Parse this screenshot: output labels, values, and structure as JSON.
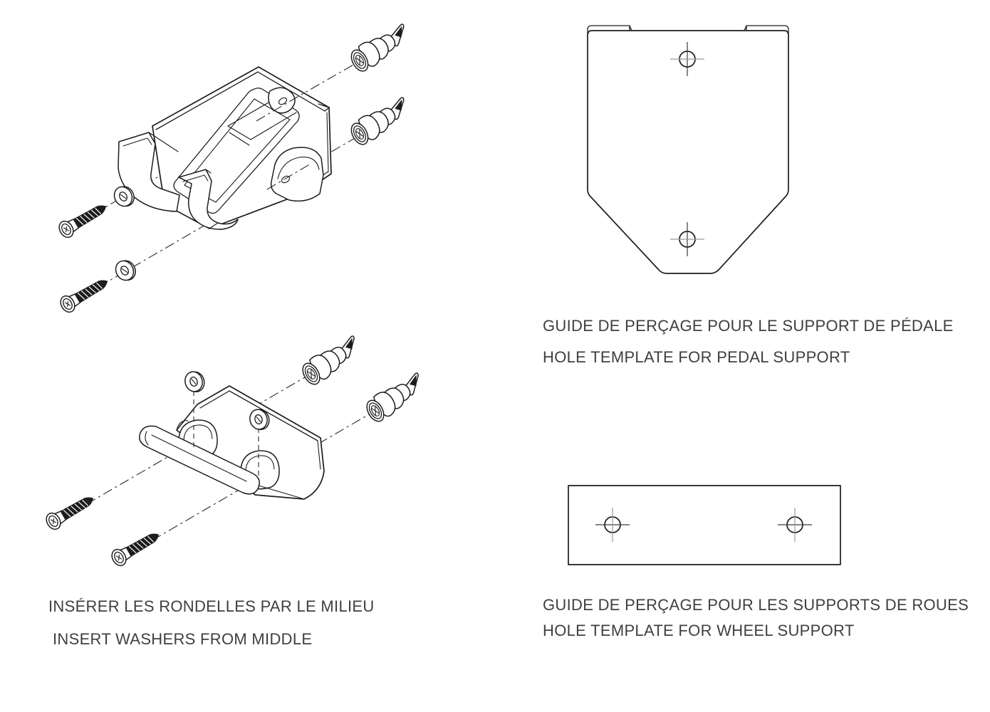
{
  "colors": {
    "background": "#ffffff",
    "line": "#1d1d1d",
    "crosshair_main": "#3a3a3a",
    "crosshair_axis": "#9a9a9a",
    "text": "#3f3f3f"
  },
  "labels": {
    "pedal_template": {
      "fr": "GUIDE DE PERÇAGE POUR LE SUPPORT DE PÉDALE",
      "en": "HOLE TEMPLATE FOR PEDAL SUPPORT"
    },
    "wheel_template": {
      "fr": "GUIDE DE PERÇAGE POUR LES SUPPORTS DE ROUES",
      "en": "HOLE TEMPLATE FOR WHEEL SUPPORT"
    },
    "washer_note": {
      "fr": "INSÉRER LES RONDELLES PAR LE MILIEU",
      "en": "INSERT WASHERS FROM MIDDLE"
    }
  },
  "templates": {
    "pedal": {
      "hole_count": 2
    },
    "wheel": {
      "hole_count": 2
    }
  },
  "assemblies": {
    "pedal": {
      "icons": [
        "pan-head-screw",
        "pan-head-screw",
        "washer",
        "washer",
        "pedal-hook-bracket",
        "drywall-anchor",
        "drywall-anchor"
      ]
    },
    "wheel": {
      "icons": [
        "pan-head-screw",
        "pan-head-screw",
        "washer",
        "washer",
        "wheel-cradle-bracket",
        "drywall-anchor",
        "drywall-anchor"
      ]
    }
  }
}
